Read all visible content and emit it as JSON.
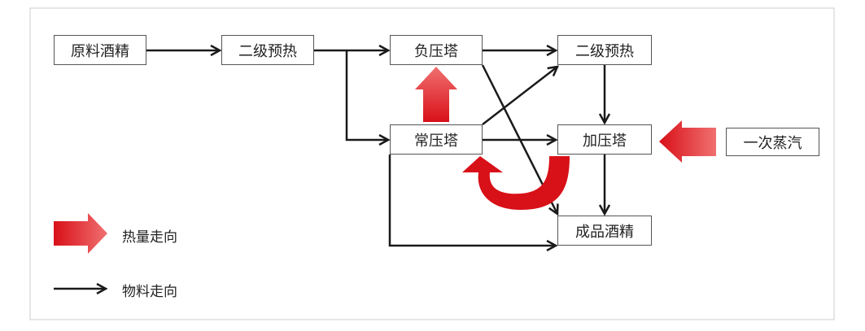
{
  "nodes": {
    "raw_alcohol": "原料酒精",
    "preheat_1": "二级预热",
    "vacuum_tower": "负压塔",
    "preheat_2": "二级预热",
    "atmos_tower": "常压塔",
    "pressure_tower": "加压塔",
    "product_alcohol": "成品酒精",
    "primary_steam": "一次蒸汽"
  },
  "legend": {
    "heat_flow": "热量走向",
    "material_flow": "物料走向"
  },
  "colors": {
    "heat": "#d9101a",
    "material": "#1a1a1a"
  }
}
